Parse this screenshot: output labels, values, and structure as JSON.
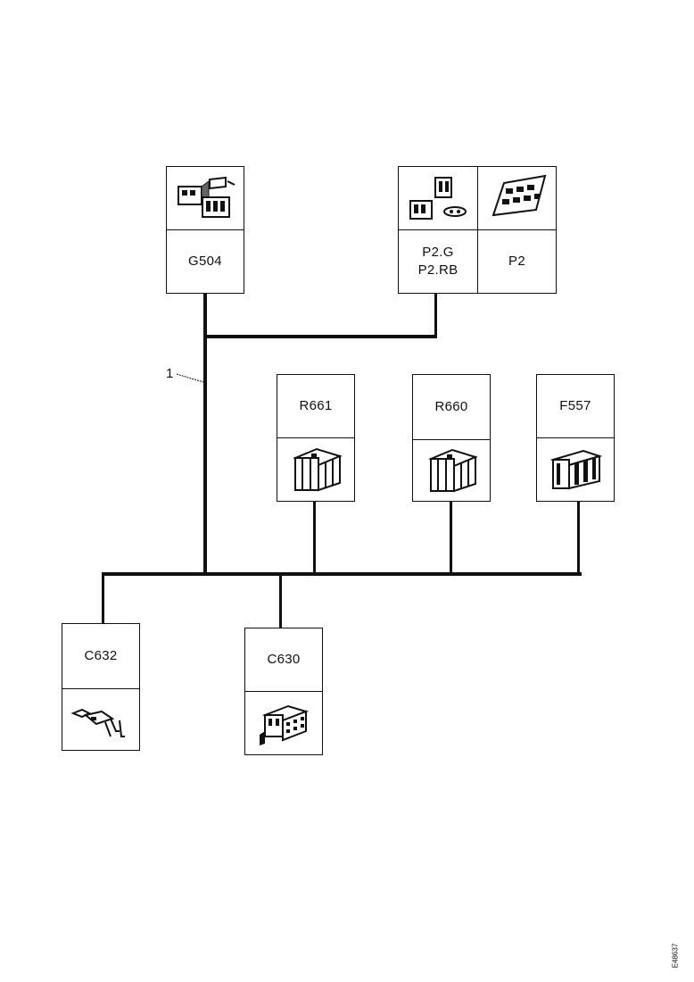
{
  "connectors": {
    "g504": {
      "label": "G504",
      "icon": "connector-housing-icon"
    },
    "p2g": {
      "label_line1": "P2.G",
      "label_line2": "P2.RB",
      "icon": "plug-connectors-icon"
    },
    "p2": {
      "label": "P2",
      "icon": "circuit-board-icon"
    },
    "r661": {
      "label": "R661",
      "icon": "relay-block-icon"
    },
    "r660": {
      "label": "R660",
      "icon": "relay-block-icon"
    },
    "f557": {
      "label": "F557",
      "icon": "fuse-block-icon"
    },
    "c632": {
      "label": "C632",
      "icon": "terminal-pin-icon"
    },
    "c630": {
      "label": "C630",
      "icon": "connector-plug-icon"
    }
  },
  "callout": {
    "label": "1"
  },
  "reference_code": "E48637"
}
